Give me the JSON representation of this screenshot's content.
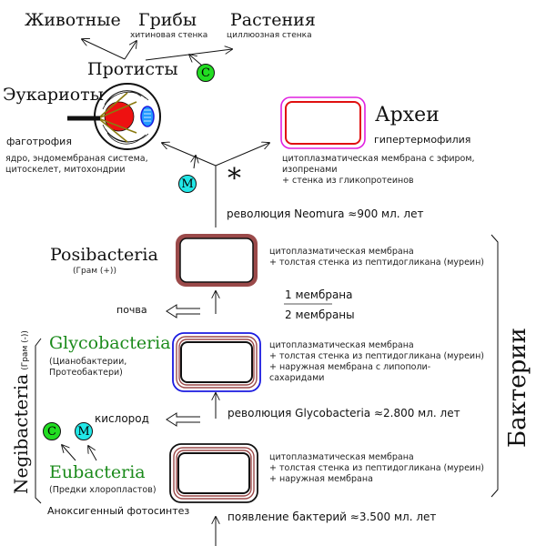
{
  "colors": {
    "green_label": "#1a8a1a",
    "chloroplast": "#22dd22",
    "mitochondrion": "#22e8e8",
    "archaea_outer": "#e020e0",
    "archaea_inner": "#e01010",
    "posibacteria_wall": "#9b4a4a",
    "glycobacteria_outer": "#1a1ae0",
    "peptidoglycan": "#9b4a4a",
    "nucleus": "#ee1111"
  },
  "top": {
    "animals": "Животные",
    "fungi": "Грибы",
    "fungi_note": "хитиновая стенка",
    "plants": "Растения",
    "plants_note": "циллюозная стенка",
    "protists": "Протисты"
  },
  "badges": {
    "c": "C",
    "m": "M"
  },
  "eukaryotes": {
    "title": "Эукариоты",
    "phagotrophy": "фаготрофия",
    "features_line1": "ядро, эндомембраная система,",
    "features_line2": "цитоскелет, митохондрии"
  },
  "archaea": {
    "title": "Археи",
    "note": "гипертермофилия",
    "features_line1": "цитоплазматическая мембрана с эфиром,",
    "features_line2": "изопренами",
    "features_line3": "+ стенка из гликопротеинов"
  },
  "asterisk": "*",
  "events": {
    "neomura": "революция Neomura ≈900 мл. лет",
    "glycobacteria": "революция Glycobacteria ≈2.800 мл. лет",
    "origin": "появление бактерий ≈3.500 мл. лет"
  },
  "posibacteria": {
    "title": "Posibacteria",
    "gram": "(Грам (+))",
    "features_line1": "цитоплазматическая мембрана",
    "features_line2": "+ толстая стенка из пептидогликана (муреин)",
    "soil": "почва"
  },
  "membranes": {
    "one": "1 мембрана",
    "two": "2 мембраны"
  },
  "glycobacteria": {
    "title": "Glycobacteria",
    "examples_line1": "(Цианобактерии,",
    "examples_line2": "Протеобактери)",
    "features_line1": "цитоплазматическая мембрана",
    "features_line2": "+ толстая стенка из пептидогликана (муреин)",
    "features_line3": "+ наружная мембрана с липополи-",
    "features_line4": "сахаридами",
    "oxygen": "кислород"
  },
  "eubacteria": {
    "title": "Eubacteria",
    "note": "(Предки хлоропластов)",
    "features_line1": "цитоплазматическая мембрана",
    "features_line2": "+ толстая стенка из пептидогликана (муреин)",
    "features_line3": "+ наружная мембрана",
    "photosynthesis": "Аноксигенный фотосинтез"
  },
  "groups": {
    "bacteria": "Бактерии",
    "negibacteria": "Negibacteria",
    "negibacteria_gram": "(Грам (-))"
  }
}
